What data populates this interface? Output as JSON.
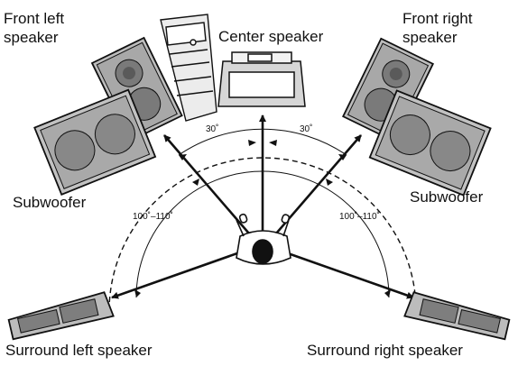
{
  "labels": {
    "front_left": "Front left\nspeaker",
    "center": "Center speaker",
    "front_right": "Front right\nspeaker",
    "subwoofer_left": "Subwoofer",
    "subwoofer_right": "Subwoofer",
    "surround_left": "Surround left speaker",
    "surround_right": "Surround right speaker"
  },
  "angles": {
    "front_left": "30˚",
    "front_right": "30˚",
    "surround_left": "100˚–110˚",
    "surround_right": "100˚–110˚"
  }
}
